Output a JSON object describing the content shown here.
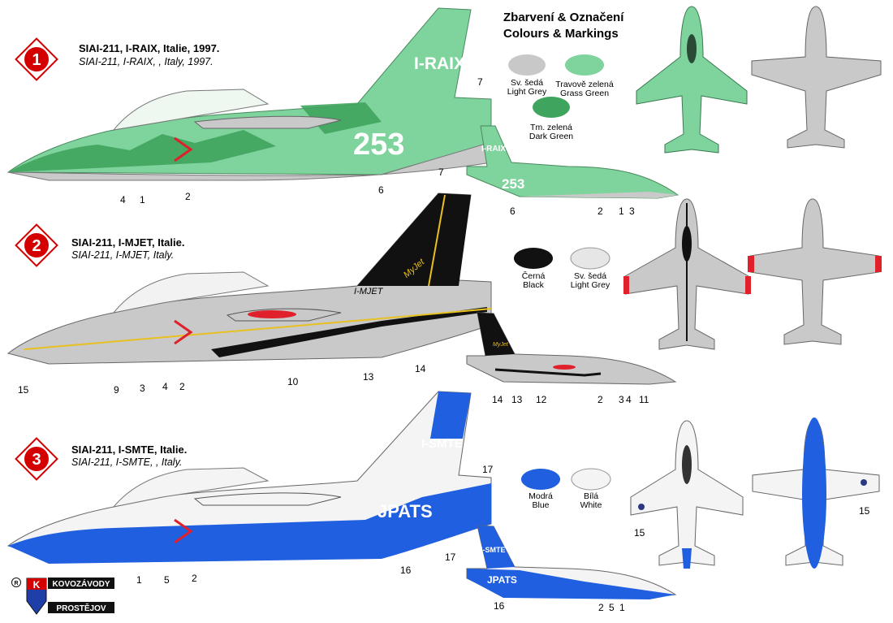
{
  "header": {
    "line1": "Zbarvení & Označení",
    "line2": "Colours & Markings"
  },
  "schemes": [
    {
      "badge": "1",
      "title": "SIAI-211, I-RAIX,  Italie, 1997.",
      "subtitle": "SIAI-211, I-RAIX, , Italy, 1997.",
      "tail_code": "I-RAIX",
      "fuselage_number": "253",
      "callouts_main": [
        "4",
        "1",
        "2",
        "6",
        "7"
      ],
      "callouts_small": [
        "7",
        "6",
        "2",
        "1",
        "3"
      ],
      "swatches": [
        {
          "cz": "Sv. šedá",
          "en": "Light Grey",
          "color": "#c8c8c8"
        },
        {
          "cz": "Travově zelená",
          "en": "Grass Green",
          "color": "#7fd39d"
        },
        {
          "cz": "Tm. zelená",
          "en": "Dark Green",
          "color": "#3fa45e"
        }
      ]
    },
    {
      "badge": "2",
      "title": "SIAI-211, I-MJET,  Italie.",
      "subtitle": "SIAI-211, I-MJET, Italy.",
      "tail_code": "I-MJET",
      "tail_script": "MyJet",
      "callouts_main": [
        "15",
        "9",
        "3",
        "4",
        "2",
        "10",
        "13",
        "14"
      ],
      "callouts_small": [
        "14",
        "13",
        "12",
        "2",
        "3",
        "4",
        "11"
      ],
      "swatches": [
        {
          "cz": "Černá",
          "en": "Black",
          "color": "#111111"
        },
        {
          "cz": "Sv. šedá",
          "en": "Light Grey",
          "color": "#e6e6e6"
        }
      ]
    },
    {
      "badge": "3",
      "title": "SIAI-211, I-SMTE,  Italie.",
      "subtitle": "SIAI-211, I-SMTE, , Italy.",
      "tail_code": "I-SMTE",
      "fuselage_text": "JPATS",
      "callouts_main": [
        "1",
        "5",
        "2",
        "16",
        "17"
      ],
      "callouts_small": [
        "17",
        "16",
        "2",
        "5",
        "1"
      ],
      "callouts_plan": [
        "15",
        "15"
      ],
      "swatches": [
        {
          "cz": "Modrá",
          "en": "Blue",
          "color": "#1f5fe0"
        },
        {
          "cz": "Bílá",
          "en": "White",
          "color": "#f4f4f4"
        }
      ]
    }
  ],
  "logo": {
    "line1": "KOVOZÁVODY",
    "line2": "PROSTĚJOV",
    "mark": "K",
    "registered": "R"
  },
  "colors": {
    "grey": "#c9c9c9",
    "green_light": "#7fd39d",
    "green_dark": "#3fa45e",
    "blue": "#1f5fe0",
    "black": "#111111",
    "badge_red": "#d40000",
    "nose_red": "#e0202a"
  }
}
